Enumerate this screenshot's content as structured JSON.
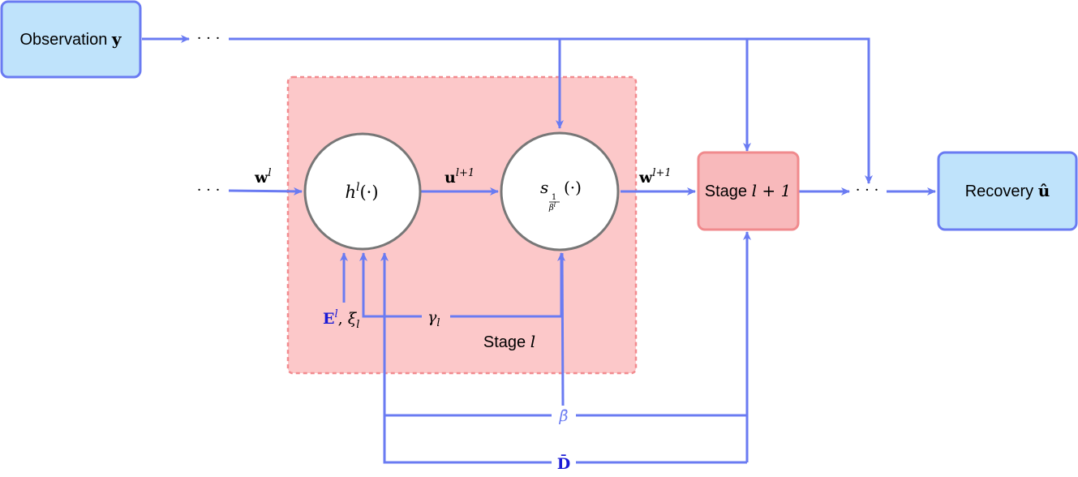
{
  "observation": {
    "label": "Observation ",
    "symbol": "y"
  },
  "recovery": {
    "label": "Recovery ",
    "symbol": "û"
  },
  "stage_next": {
    "label": "Stage ",
    "symbol": "l + 1"
  },
  "stage_current": {
    "label": "Stage ",
    "symbol": "l"
  },
  "ellipsis": "· · ·",
  "nodes": {
    "h": {
      "base": "h",
      "sup": "l",
      "arg": "(·)"
    },
    "s": {
      "base": "s",
      "sub_num": "1",
      "sub_den": "β",
      "sub_den_sup": "l",
      "arg": "(·)"
    }
  },
  "labels": {
    "w_l": {
      "base": "w",
      "sup": "l"
    },
    "u_l1": {
      "base": "u",
      "sup": "l+1"
    },
    "w_l1": {
      "base": "w",
      "sup": "l+1"
    },
    "E_l": {
      "base": "E",
      "sup": "l",
      "sep": ", "
    },
    "xi_l": {
      "base": "ξ",
      "sub": "l"
    },
    "gamma_l": {
      "base": "γ",
      "sub": "l"
    },
    "beta_bar": "β̄",
    "D_bar": "D̄"
  },
  "colors": {
    "arrow": "#6a7bf2",
    "blue_box_fill": "#bfe3fb",
    "red_box_fill": "#f8b9bb",
    "stage_region_fill": "#fcc8c9",
    "node_stroke": "#777777",
    "param_blue": "#1a1ad6"
  }
}
